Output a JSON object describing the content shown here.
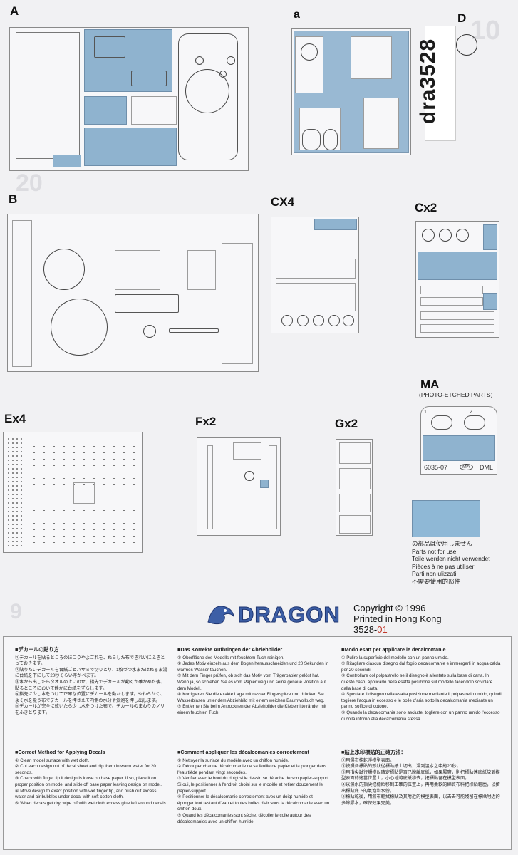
{
  "sprues": {
    "A": "A",
    "a": "a",
    "D": "D",
    "B": "B",
    "CX4": "CX4",
    "Cx2": "Cx2",
    "MA": "MA",
    "MA_sub": "(PHOTO-ETCHED PARTS)",
    "Ex4": "Ex4",
    "Fx2": "Fx2",
    "Gx2": "Gx2"
  },
  "tag_code": "dra3528",
  "pe_fret": {
    "code": "6035-07",
    "ma": "MA",
    "dml": "DML",
    "n1": "1",
    "n2": "2"
  },
  "not_for_use": [
    "の部品は使用しません",
    "Parts not for use",
    "Teile werden nicht verwendet",
    "Pièces à ne pas utiliser",
    "Parti non ulizzati",
    "不需要使用的部件"
  ],
  "brand": {
    "logo": "DRAGON",
    "copyright": "Copyright © 1996",
    "printed": "Printed in Hong Kong",
    "code_main": "3528-",
    "code_suffix": "01"
  },
  "instructions": {
    "ja": {
      "title": "■デカールの貼り方",
      "items": [
        "①デカールを貼るところのほこりやよごれを、ぬらした布できれいにふきとっておきます。",
        "②貼りたいデカールを台紙ごとハサミで切りとり、1枚づつ水またはぬるま湯に台紙を下にして20秒くらい浮かべます。",
        "③水から出したらタオルの上にのせ、指先でデカールが動くか確かめた後、貼るところにおいて静かに台紙をずらします。",
        "④指先に少し水をつけて正確な位置にデカールを動かします。やわらかく、よく水を吸う布でデカールを押さえて内側の水分や気泡を押し出します。",
        "⑤デカールが完全に乾いたら少し水をつけた布で、デカールのまわりのノリをふきとります。"
      ]
    },
    "en": {
      "title": "■Correct Method for Applying Decals",
      "items": [
        "① Clean model surface with wet cloth.",
        "② Cut each design out of decal sheet and dip them in warm water for 20 seconds.",
        "③ Check with finger tip if design is loose on base paper. If so, place it on proper position on model and slide off base paper leaving design on model.",
        "④ Move design to exact position with wet finger tip, and push out excess water and air bubbles under decal with soft cotton cloth.",
        "⑤ When decals get dry, wipe off with wet cloth excess glue left around decals."
      ]
    },
    "de": {
      "title": "■Das Korrekte Aufbringen der Abziehbilder",
      "items": [
        "① Oberfläche des Modells mit feuchtem Tuch reinigen.",
        "② Jedes Motiv einzeln aus dem Bogen herausschneiden und 20 Sekunden in warmes Wasser tauchen.",
        "③ Mit dem Finger prüfen, ob sich das Motiv vom Trägerpapier gelöst hat. Wenn ja, so schieben Sie es vom Papier weg und seine genaue Position auf dem Modell.",
        "④ Korrigieren Sie die exakte Lage mit nasser Fingerspitze und drücken Sie Wasserblasen unter dem Abziehbild mit einem weichen Baumwolltuch weg.",
        "⑤ Entfernen Sie beim Antrocknen der Abziehbilder die Klebemittelränder mit einem feuchten Tuch."
      ]
    },
    "fr": {
      "title": "■Comment appliquer les dècalcomanies correctement",
      "items": [
        "① Nettoyer la surface du modèle avec un chiffon humide.",
        "② Découper chaque décalcomanie de sa feuille de papier et la plonger dans l'eau tiède pendant vingt secondes.",
        "③ Vérifier avec le bout du doigt si le dessin se détache de son papier-support. Si oui, le positionner à l'endroit choisi sur le modèle et retirer doucement le papier-support.",
        "④ Positionner la décalcomanie correctement avec un doigt humide et éponger tout restant d'eau et toutes bulles d'air sous la décalcomanie avec un chiffon doux.",
        "⑤ Quand les décalcomanies sont sèche, décoller le colle autour des décalcomanies avec un chiffon humide."
      ]
    },
    "it": {
      "title": "■Modo esatt per applicare le decalcomanie",
      "items": [
        "① Pulire la superficie del modello con un panno umido.",
        "② Ritagliare ciascun disegno dal foglio decalcomanie e immergerli in acqua calda per 20 secondi.",
        "③ Controllare col polpastrello se il disegno è allentato sulla base di carta. In questo caso, applicarlo nella esatta posizione sul modello facendolo scivolare dalla base di carta.",
        "④ Spostare il disegno nella esatta posizione mediante il polpastrello umido, quindi togliere l'acqua in eccesso e le bolle d'aria sotto la decalcomania mediante un panno soffice di cotone.",
        "⑤ Quando la decalcomania sono asciutte, togliere con un panno umido l'eccesso di colla intorno alla decalcomania stessa."
      ]
    },
    "zh": {
      "title": "■貼上水印標貼的正確方法：",
      "items": [
        "①用濕布抹乾淨模型表面。",
        "②按照各標貼的形狀從標貼紙上切出，浸到溫水之中約20秒。",
        "③用指尖試行觸摸以確定標貼是否已脫離底紙，如果屬實，則把標貼連底紙放到模型表面的適當位置上，小心地將底紙移去，把標貼留在模型表面。",
        "④以濕水的指尖把標貼移到正確的位置上，再用柔軟的綿質布料把標貼輕壓，以擠出標貼底下的氣泡和水份。",
        "⑤標貼乾後，用濕布輕拭標貼及其附近的模型表面，以去去可能殘留在標貼附近的多餘膠水，確保效果完美。"
      ]
    }
  }
}
